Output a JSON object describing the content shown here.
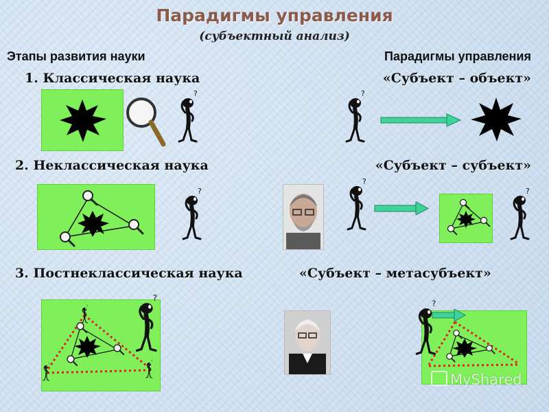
{
  "header": {
    "title": "Парадигмы управления",
    "subtitle": "(субъектный анализ)"
  },
  "columns": {
    "left_header": "Этапы развития науки",
    "right_header": "Парадигмы управления"
  },
  "stages": [
    {
      "number": "1.",
      "stage": "Классическая наука",
      "paradigm": "«Субъект – объект»"
    },
    {
      "number": "2.",
      "stage": "Неклассическая наука",
      "paradigm": "«Субъект – субъект»"
    },
    {
      "number": "3.",
      "stage": "Постнеклассическая наука",
      "paradigm": "«Субъект – метасубъект»"
    }
  ],
  "watermark": {
    "text": "MyShared"
  },
  "colors": {
    "box_green": "#7ff05a",
    "arrow_green": "#3fd39b",
    "dotted_red": "#e02020",
    "title_brown": "#8a5a4a"
  }
}
